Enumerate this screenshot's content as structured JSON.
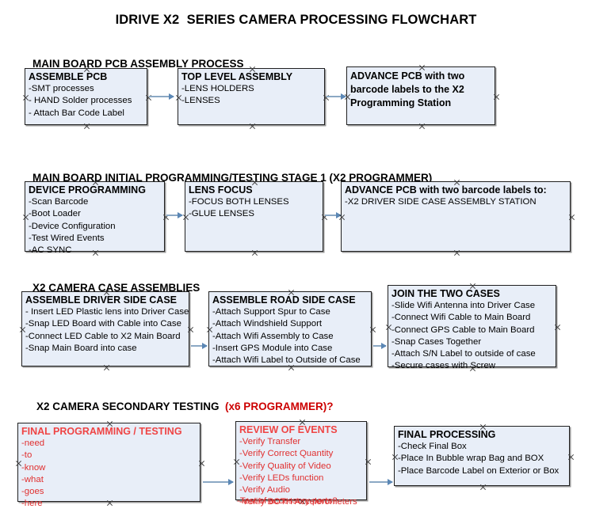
{
  "document": {
    "title": "IDRIVE X2  SERIES CAMERA PROCESSING FLOWCHART",
    "colors": {
      "box_fill": "#e8eef8",
      "box_border": "#202020",
      "connector": "#8ba8c4",
      "accent_red": "#cc0000",
      "text_black": "#000000"
    }
  },
  "sections": [
    {
      "heading": "MAIN BOARD PCB ASSEMBLY PROCESS",
      "heading_accent": "",
      "boxes": [
        {
          "title": "ASSEMBLE PCB",
          "lines": [
            "-SMT processes",
            "- HAND Solder processes",
            "- Attach Bar Code Label"
          ]
        },
        {
          "title": "TOP LEVEL ASSEMBLY",
          "lines": [
            "-LENS HOLDERS",
            "-LENSES"
          ]
        },
        {
          "title": "ADVANCE PCB with two barcode labels to the  X2 Programming Station",
          "lines": []
        }
      ]
    },
    {
      "heading": "MAIN BOARD INITIAL PROGRAMMING/TESTING STAGE 1 (X2 PROGRAMMER)",
      "heading_accent": "",
      "boxes": [
        {
          "title": "DEVICE PROGRAMMING",
          "lines": [
            "-Scan Barcode",
            "-Boot Loader",
            "-Device Configuration",
            "-Test Wired Events",
            "-AC SYNC"
          ]
        },
        {
          "title": "LENS FOCUS",
          "lines": [
            "-FOCUS BOTH LENSES",
            "-GLUE LENSES"
          ]
        },
        {
          "title": "ADVANCE PCB with two barcode labels to:",
          "lines": [
            "-X2 DRIVER  SIDE  CASE  ASSEMBLY STATION"
          ]
        }
      ]
    },
    {
      "heading": "X2 CAMERA CASE ASSEMBLIES",
      "heading_accent": "",
      "boxes": [
        {
          "title": "ASSEMBLE DRIVER SIDE CASE",
          "lines": [
            "- Insert LED Plastic lens into Driver Case",
            "-Snap LED Board with Cable into Case",
            "-Connect LED Cable to X2 Main Board",
            "-Snap Main Board into case"
          ]
        },
        {
          "title": "ASSEMBLE ROAD SIDE CASE",
          "lines": [
            "-Attach Support Spur to Case",
            "-Attach Windshield Support",
            "-Attach Wifi Assembly to Case",
            "-Insert GPS Module into Case",
            "-Attach Wifi Label to Outside of Case"
          ]
        },
        {
          "title": "JOIN THE TWO CASES",
          "lines": [
            "-Slide Wifi Antenna into Driver Case",
            "-Connect Wifi Cable to Main Board",
            "-Connect GPS Cable to Main Board",
            "-Snap Cases Together",
            "-Attach S/N Label to outside of case",
            "-Secure cases with Screw"
          ]
        }
      ]
    },
    {
      "heading": "X2 CAMERA SECONDARY TESTING  ",
      "heading_accent": "(x6 PROGRAMMER)?",
      "boxes": [
        {
          "title": "FINAL PROGRAMMING / TESTING",
          "lines": [
            "-need",
            "-to",
            "-know",
            "-what",
            "-goes",
            "-here"
          ]
        },
        {
          "title": "REVIEW OF EVENTS",
          "lines": [
            "-Verify Transfer",
            "-Verify Correct Quantity",
            "-Verify Quality of Video",
            "-Verify LEDs function",
            "-Verify Audio",
            "-Verify BOTH Accelerometers"
          ],
          "overflow_line": "-Test of accessory ports?"
        },
        {
          "title": "FINAL PROCESSING",
          "lines": [
            " -Check Final Box",
            "-Place In Bubble wrap Bag and BOX",
            "-Place Barcode Label on Exterior or Box"
          ]
        }
      ]
    }
  ]
}
